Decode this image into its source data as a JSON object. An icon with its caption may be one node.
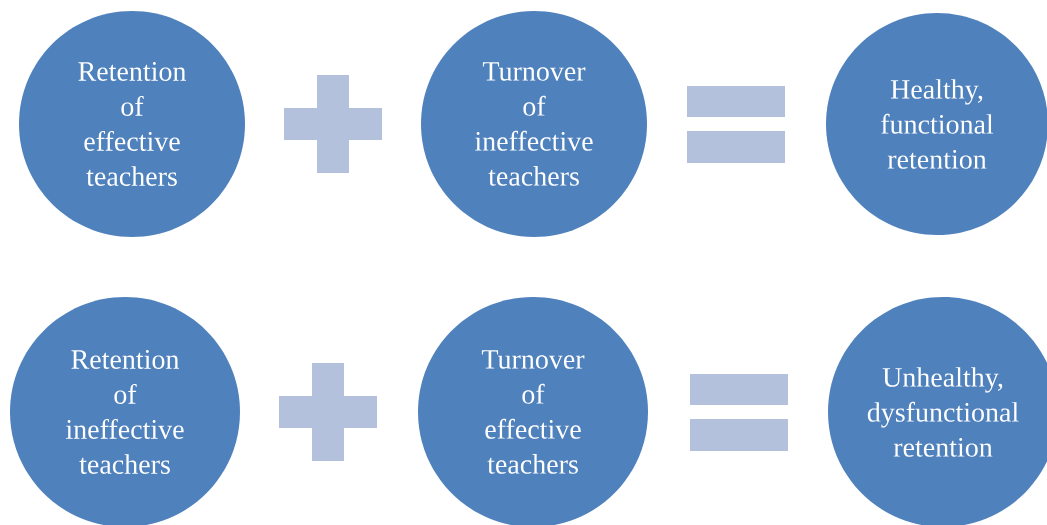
{
  "diagram": {
    "nodes": [
      {
        "text": [
          "Retention of effective teachers"
        ]
      },
      {
        "text": [
          "Turnover of ineffective teachers"
        ]
      },
      {
        "text": [
          "Healthy, functional retention"
        ]
      },
      {
        "text": [
          "Retention of ineffective teachers"
        ]
      },
      {
        "text": [
          "Turnover of effective teachers"
        ]
      },
      {
        "text": [
          "Unhealthy, dysfunctional retention"
        ]
      }
    ]
  }
}
